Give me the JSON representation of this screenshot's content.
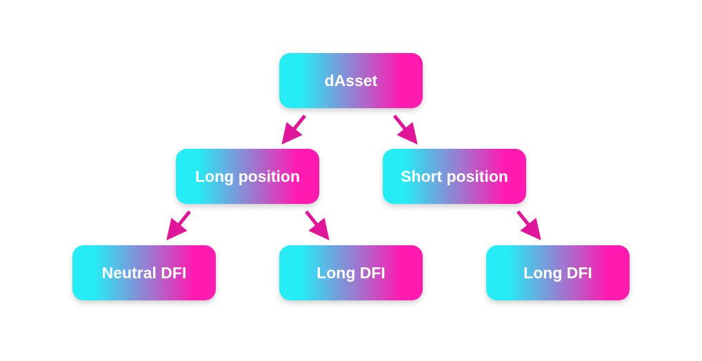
{
  "diagram": {
    "colors": {
      "gradient_start": "#25ecf5",
      "gradient_end": "#ff1ab0",
      "arrow": "#e0169a"
    },
    "nodes": {
      "root": "dAsset",
      "long_position": "Long position",
      "short_position": "Short position",
      "neutral_dfi": "Neutral DFI",
      "long_dfi_left": "Long DFI",
      "long_dfi_right": "Long DFI"
    },
    "edges": [
      {
        "from": "root",
        "to": "long_position"
      },
      {
        "from": "root",
        "to": "short_position"
      },
      {
        "from": "long_position",
        "to": "neutral_dfi"
      },
      {
        "from": "long_position",
        "to": "long_dfi_left"
      },
      {
        "from": "short_position",
        "to": "long_dfi_right"
      }
    ]
  }
}
